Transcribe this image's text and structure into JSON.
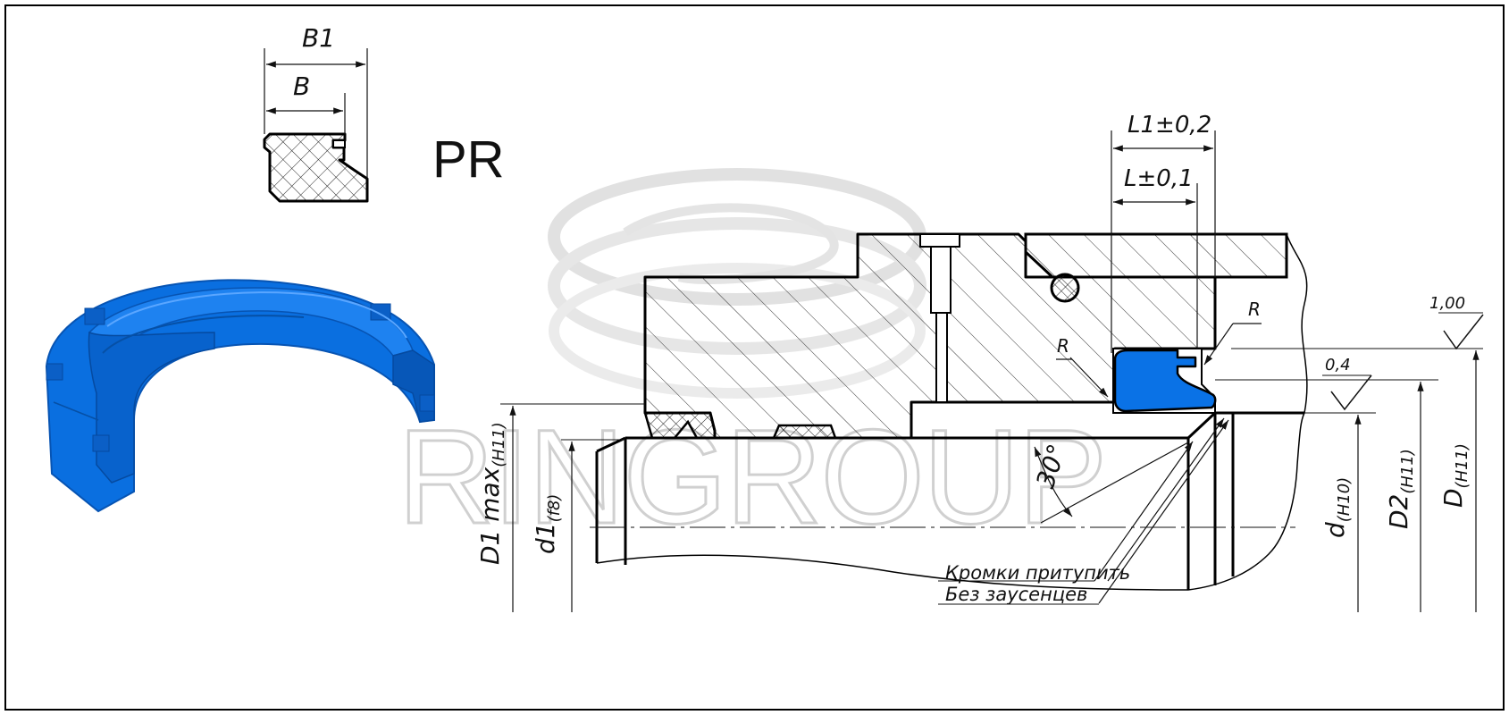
{
  "profile": {
    "code": "PR",
    "dim_b1": "B1",
    "dim_b": "B"
  },
  "housing": {
    "dim_l1": "L1±0,2",
    "dim_l": "L±0,1",
    "radius_outer": "R",
    "radius_inner": "R",
    "roughness_top": "1,00",
    "roughness_bottom": "0,4",
    "angle": "30°",
    "d1max": {
      "main": "D1 max",
      "sub": "(H11)"
    },
    "d1": {
      "main": "d1",
      "sub": "(f8)"
    },
    "d": {
      "main": "d",
      "sub": "(H10)"
    },
    "d2": {
      "main": "D2",
      "sub": "(H11)"
    },
    "D": {
      "main": "D",
      "sub": "(H11)"
    },
    "note_line1": "Кромки притупить",
    "note_line2": "Без заусенцев"
  },
  "watermark": {
    "text": "RINGROUP"
  },
  "colors": {
    "seal": "#0a6fe0",
    "seal_dark": "#0b58b8",
    "line": "#111111"
  }
}
